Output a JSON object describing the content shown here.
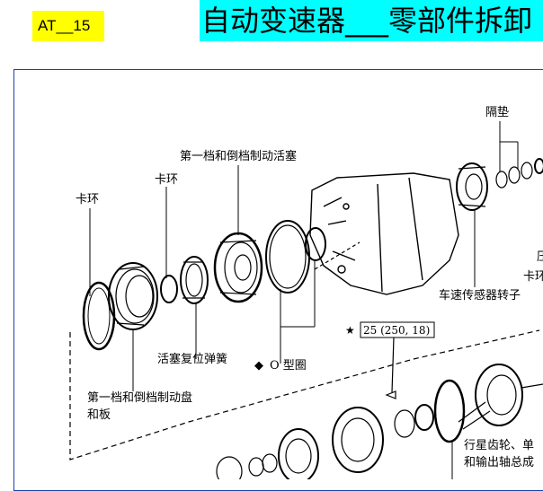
{
  "header": {
    "code": "AT__15",
    "title": "自动变速器___零部件拆卸"
  },
  "labels": {
    "spacer": "隔垫",
    "piston_1st_reverse": "第一档和倒档制动活塞",
    "snap_ring_a": "卡环",
    "snap_ring_b": "卡环",
    "snap_ring_right_fragment": "卡环",
    "right_fragment_char": "压",
    "speed_sensor_rotor": "车速传感器转子",
    "torque_star": "★",
    "torque_spec": "25 (250, 18)",
    "piston_return_spring": "活塞复位弹簧",
    "o_ring_marker": "◆",
    "o_ring": "O 型圈",
    "brake_disc_line1": "第一档和倒档制动盘",
    "brake_disc_line2": "和板",
    "planetary_line1": "行星齿轮、单",
    "planetary_line2": "和输出轴总成"
  },
  "colors": {
    "badge_bg": "#ffff00",
    "title_bg": "#00ffff",
    "frame_border": "#1c3fa8"
  }
}
